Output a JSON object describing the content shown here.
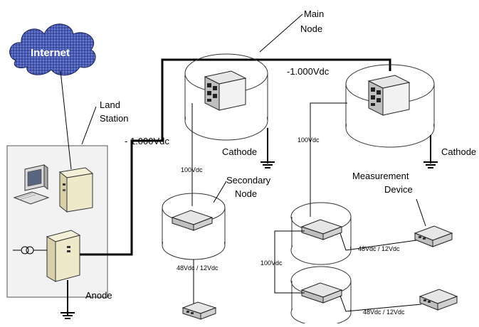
{
  "cloud": {
    "label": "Internet",
    "icon": "cloud-icon"
  },
  "labels": {
    "main_node": [
      "Main",
      "Node"
    ],
    "land_station": [
      "Land",
      "Station"
    ],
    "secondary_node": [
      "Secondary",
      "Node"
    ],
    "measurement_device": [
      "Measurement",
      "Device"
    ],
    "voltage_left": "- 1.000Vdc",
    "voltage_right": "-1.000Vdc",
    "cathode_1": "Cathode",
    "cathode_2": "Cathode",
    "anode": "Anode",
    "v100_left": "100Vdc",
    "v100_right": "100Vdc",
    "v100_bottom": "100Vdc",
    "v48_secondary": "48Vdc / 12Vdc",
    "v48_measure_1": "48Vdc / 12Vdc",
    "v48_measure_2": "48Vdc / 12Vdc"
  },
  "colors": {
    "cable": "#000000",
    "cylinder_stroke": "#333333",
    "device_body": "#e6e6e6",
    "box_fill": "#f2f2f2",
    "cloud_fill": "#3b4aa0"
  }
}
